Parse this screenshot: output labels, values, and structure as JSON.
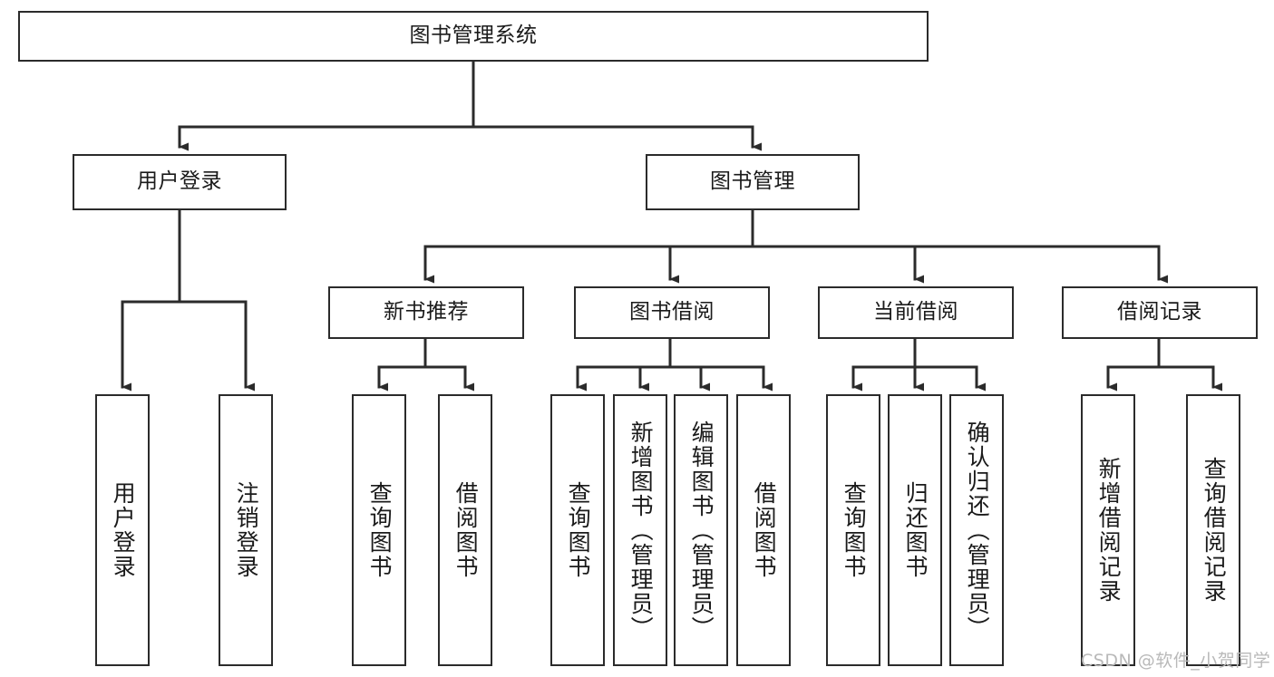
{
  "diagram": {
    "title": "图书管理系统",
    "type": "tree-structure-chart",
    "background_color": "#ffffff",
    "line_color": "#2b2b2b",
    "text_color": "#1a1a1a",
    "nodes": {
      "root": {
        "label": "图书管理系统",
        "level": 1,
        "orientation": "horizontal"
      },
      "user_login": {
        "label": "用户登录",
        "level": 2,
        "orientation": "horizontal"
      },
      "book_manage": {
        "label": "图书管理",
        "level": 2,
        "orientation": "horizontal"
      },
      "new_book_rec": {
        "label": "新书推荐",
        "level": 3,
        "orientation": "horizontal"
      },
      "book_borrow": {
        "label": "图书借阅",
        "level": 3,
        "orientation": "horizontal"
      },
      "current_borrow": {
        "label": "当前借阅",
        "level": 3,
        "orientation": "horizontal"
      },
      "borrow_record": {
        "label": "借阅记录",
        "level": 3,
        "orientation": "horizontal"
      },
      "leaf_user_login": {
        "label": "用户登录",
        "level": 4,
        "orientation": "vertical"
      },
      "leaf_logout": {
        "label": "注销登录",
        "level": 4,
        "orientation": "vertical"
      },
      "leaf_query_book_1": {
        "label": "查询图书",
        "level": 4,
        "orientation": "vertical"
      },
      "leaf_borrow_book_1": {
        "label": "借阅图书",
        "level": 4,
        "orientation": "vertical"
      },
      "leaf_query_book_2": {
        "label": "查询图书",
        "level": 4,
        "orientation": "vertical"
      },
      "leaf_add_book": {
        "label": "新增图书（管理员）",
        "level": 4,
        "orientation": "vertical"
      },
      "leaf_edit_book": {
        "label": "编辑图书（管理员）",
        "level": 4,
        "orientation": "vertical"
      },
      "leaf_borrow_book_2": {
        "label": "借阅图书",
        "level": 4,
        "orientation": "vertical"
      },
      "leaf_query_book_3": {
        "label": "查询图书",
        "level": 4,
        "orientation": "vertical"
      },
      "leaf_return_book": {
        "label": "归还图书",
        "level": 4,
        "orientation": "vertical"
      },
      "leaf_confirm_return": {
        "label": "确认归还（管理员）",
        "level": 4,
        "orientation": "vertical"
      },
      "leaf_add_record": {
        "label": "新增借阅记录",
        "level": 4,
        "orientation": "vertical"
      },
      "leaf_query_record": {
        "label": "查询借阅记录",
        "level": 4,
        "orientation": "vertical"
      }
    },
    "edges": [
      {
        "from": "root",
        "to": "user_login"
      },
      {
        "from": "root",
        "to": "book_manage"
      },
      {
        "from": "book_manage",
        "to": "new_book_rec"
      },
      {
        "from": "book_manage",
        "to": "book_borrow"
      },
      {
        "from": "book_manage",
        "to": "current_borrow"
      },
      {
        "from": "book_manage",
        "to": "borrow_record"
      },
      {
        "from": "user_login",
        "to": "leaf_user_login"
      },
      {
        "from": "user_login",
        "to": "leaf_logout"
      },
      {
        "from": "new_book_rec",
        "to": "leaf_query_book_1"
      },
      {
        "from": "new_book_rec",
        "to": "leaf_borrow_book_1"
      },
      {
        "from": "book_borrow",
        "to": "leaf_query_book_2"
      },
      {
        "from": "book_borrow",
        "to": "leaf_add_book"
      },
      {
        "from": "book_borrow",
        "to": "leaf_edit_book"
      },
      {
        "from": "book_borrow",
        "to": "leaf_borrow_book_2"
      },
      {
        "from": "current_borrow",
        "to": "leaf_query_book_3"
      },
      {
        "from": "current_borrow",
        "to": "leaf_return_book"
      },
      {
        "from": "current_borrow",
        "to": "leaf_confirm_return"
      },
      {
        "from": "borrow_record",
        "to": "leaf_add_record"
      },
      {
        "from": "borrow_record",
        "to": "leaf_query_record"
      }
    ]
  },
  "watermark": {
    "text": "CSDN @软件_小贺同学",
    "color": "#b9b9b9"
  }
}
